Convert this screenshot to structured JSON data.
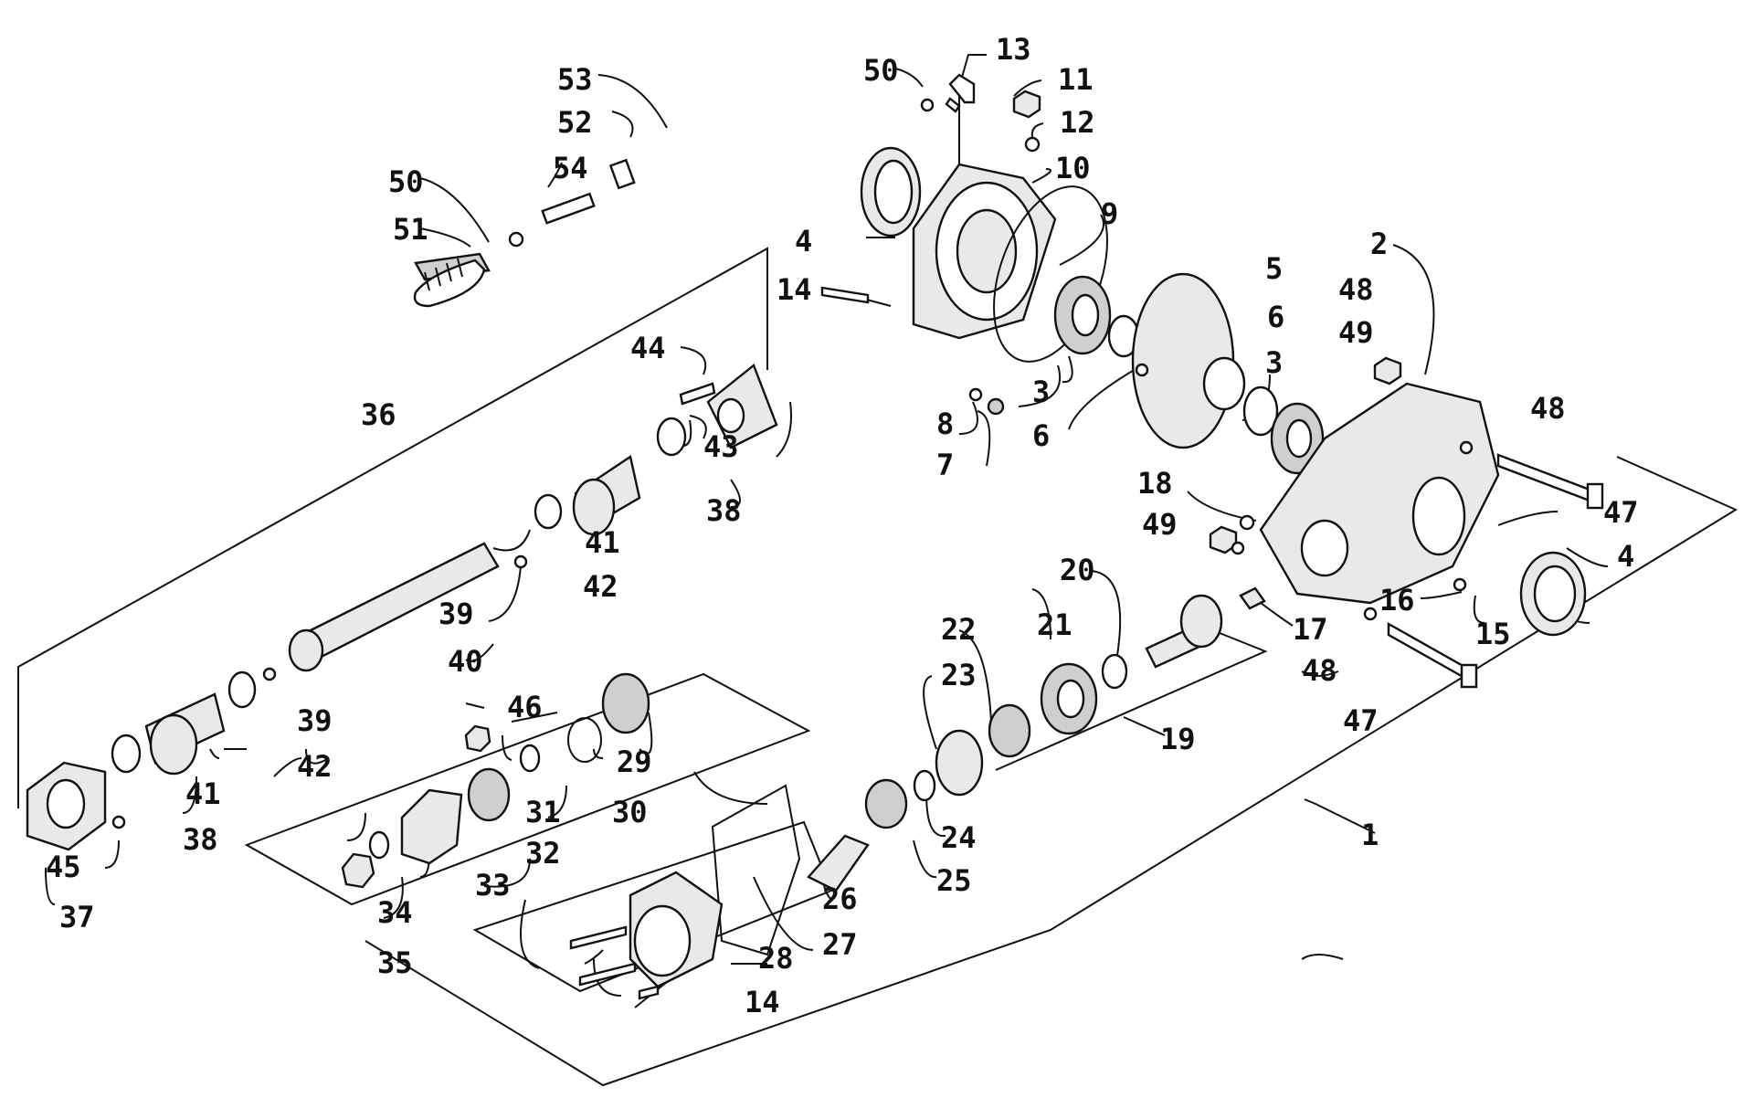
{
  "diagram": {
    "labels": [
      "1",
      "2",
      "3",
      "3",
      "4",
      "4",
      "5",
      "6",
      "6",
      "7",
      "8",
      "9",
      "10",
      "11",
      "12",
      "13",
      "14",
      "14",
      "15",
      "16",
      "17",
      "18",
      "19",
      "20",
      "21",
      "22",
      "23",
      "24",
      "25",
      "26",
      "27",
      "28",
      "29",
      "30",
      "31",
      "32",
      "33",
      "34",
      "35",
      "36",
      "37",
      "38",
      "38",
      "39",
      "39",
      "40",
      "41",
      "41",
      "42",
      "42",
      "43",
      "44",
      "45",
      "46",
      "47",
      "47",
      "48",
      "48",
      "48",
      "49",
      "49",
      "50",
      "50",
      "51",
      "52",
      "53",
      "54"
    ]
  }
}
